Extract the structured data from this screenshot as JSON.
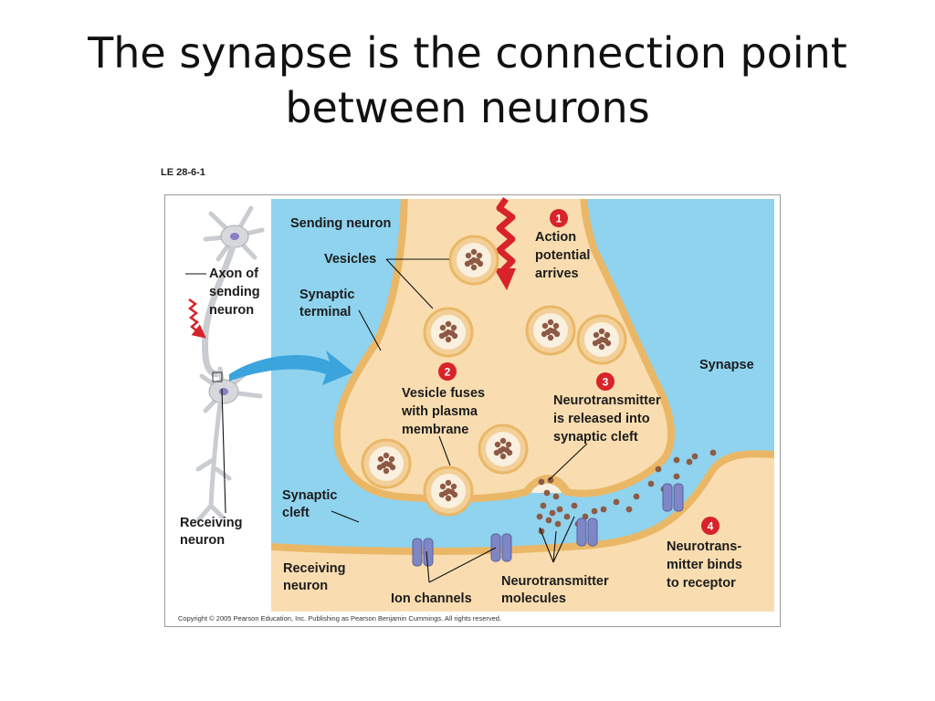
{
  "slide": {
    "title_line1": "The synapse is the connection point",
    "title_line2": "between neurons",
    "figure_id": "LE 28-6-1"
  },
  "figure": {
    "labels": {
      "sending_neuron": "Sending neuron",
      "vesicles": "Vesicles",
      "axon_line1": "Axon of",
      "axon_line2": "sending",
      "axon_line3": "neuron",
      "synaptic_terminal_line1": "Synaptic",
      "synaptic_terminal_line2": "terminal",
      "synapse": "Synapse",
      "synaptic_cleft_line1": "Synaptic",
      "synaptic_cleft_line2": "cleft",
      "receiving_left_line1": "Receiving",
      "receiving_left_line2": "neuron",
      "receiving_main_line1": "Receiving",
      "receiving_main_line2": "neuron",
      "ion_channels": "Ion channels",
      "nt_molecules_line1": "Neurotransmitter",
      "nt_molecules_line2": "molecules"
    },
    "steps": [
      {
        "number": "1",
        "lines": [
          "Action",
          "potential",
          "arrives"
        ]
      },
      {
        "number": "2",
        "lines": [
          "Vesicle fuses",
          "with plasma",
          "membrane"
        ]
      },
      {
        "number": "3",
        "lines": [
          "Neurotransmitter",
          "is released into",
          "synaptic cleft"
        ]
      },
      {
        "number": "4",
        "lines": [
          "Neurotrans-",
          "mitter binds",
          "to receptor"
        ]
      }
    ],
    "copyright": "Copyright © 2005 Pearson Education, Inc. Publishing as Pearson Benjamin Cummings. All rights reserved.",
    "colors": {
      "extracellular": "#8fd3ee",
      "cytoplasm": "#f9ddb0",
      "membrane": "#eab766",
      "vesicle_fill": "#f3cf99",
      "vesicle_core": "#faf0df",
      "molecule": "#8e5a45",
      "step_badge": "#d8232a",
      "action_potential": "#d8232a",
      "ion_channel": "#7f86c6",
      "transfer_arrow": "#3ba4dd"
    }
  }
}
